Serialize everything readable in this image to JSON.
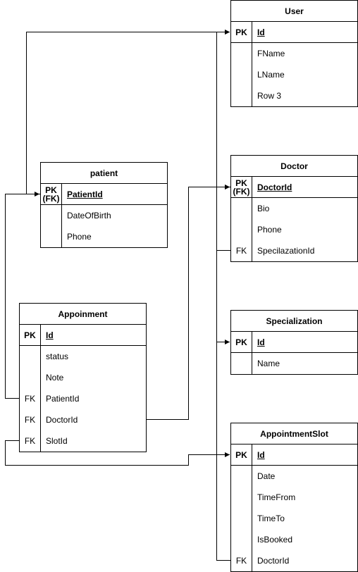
{
  "entities": {
    "user": {
      "title": "User",
      "pk": {
        "key": "PK",
        "name": "Id"
      },
      "rows": [
        {
          "key": "",
          "name": "FName"
        },
        {
          "key": "",
          "name": "LName"
        },
        {
          "key": "",
          "name": "Row 3"
        }
      ]
    },
    "patient": {
      "title": "patient",
      "pk": {
        "key": "PK\n(FK)",
        "name": "PatientId"
      },
      "rows": [
        {
          "key": "",
          "name": "DateOfBirth"
        },
        {
          "key": "",
          "name": "Phone"
        }
      ]
    },
    "doctor": {
      "title": "Doctor",
      "pk": {
        "key": "PK\n(FK)",
        "name": "DoctorId"
      },
      "rows": [
        {
          "key": "",
          "name": "Bio"
        },
        {
          "key": "",
          "name": "Phone"
        },
        {
          "key": "FK",
          "name": "SpecilazationId"
        }
      ]
    },
    "appoinment": {
      "title": "Appoinment",
      "pk": {
        "key": "PK",
        "name": "Id"
      },
      "rows": [
        {
          "key": "",
          "name": "status"
        },
        {
          "key": "",
          "name": "Note"
        },
        {
          "key": "FK",
          "name": "PatientId"
        },
        {
          "key": "FK",
          "name": "DoctorId"
        },
        {
          "key": "FK",
          "name": "SlotId"
        }
      ]
    },
    "specialization": {
      "title": "Specialization",
      "pk": {
        "key": "PK",
        "name": "Id"
      },
      "rows": [
        {
          "key": "",
          "name": "Name"
        }
      ]
    },
    "appointmentslot": {
      "title": "AppointmentSlot",
      "pk": {
        "key": "PK",
        "name": "Id"
      },
      "rows": [
        {
          "key": "",
          "name": "Date"
        },
        {
          "key": "",
          "name": "TimeFrom"
        },
        {
          "key": "",
          "name": "TimeTo"
        },
        {
          "key": "",
          "name": "IsBooked"
        },
        {
          "key": "FK",
          "name": "DoctorId"
        }
      ]
    }
  }
}
